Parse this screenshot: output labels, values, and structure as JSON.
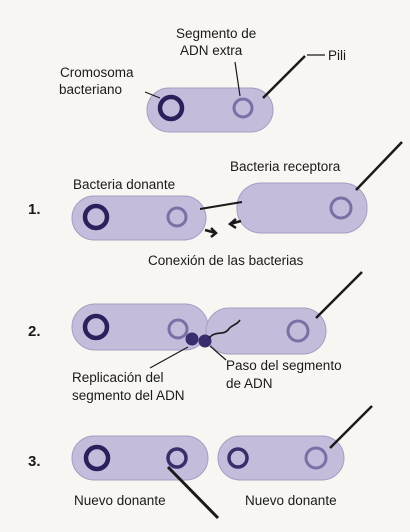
{
  "labels": {
    "dna_segment_line1": "Segmento de",
    "dna_segment_line2": "ADN extra",
    "pili": "Pili",
    "chromosome_line1": "Cromosoma",
    "chromosome_line2": "bacteriano",
    "recipient": "Bacteria receptora",
    "donor": "Bacteria donante",
    "connection": "Conexión de las bacterias",
    "replication_line1": "Replicación del",
    "replication_line2": "segmento del ADN",
    "transfer_line1": "Paso del segmento",
    "transfer_line2": "de ADN",
    "new_donor_left": "Nuevo donante",
    "new_donor_right": "Nuevo donante"
  },
  "steps": [
    "1.",
    "2.",
    "3."
  ],
  "colors": {
    "cell_fill": "#c4bcda",
    "cell_stroke": "#a79dc2",
    "chromosome": "#2b1f5c",
    "plasmid": "#7b6fa6",
    "plasmid_dark": "#3a2d6e",
    "background": "#f7f6f2",
    "line": "#1a1a1a"
  }
}
